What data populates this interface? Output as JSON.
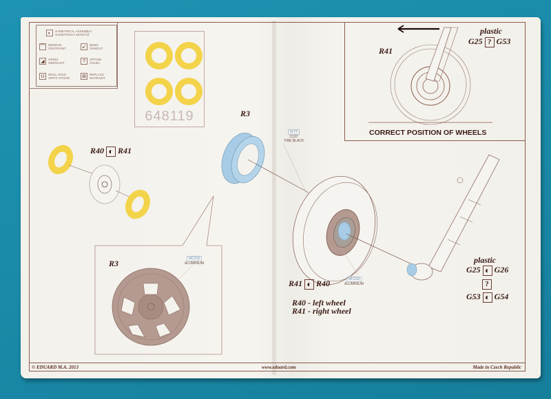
{
  "legend": {
    "items": [
      {
        "icon": "symmetrical-assembly-icon",
        "glyph": "◐",
        "label": "SYMETRICAL ASSEMBLY\nSYMETRICKÁ MONTÁŽ"
      },
      {
        "icon": "remove-icon",
        "glyph": "⌒",
        "label": "REMOVE\nODSTRANIT"
      },
      {
        "icon": "bend-icon",
        "glyph": "↙",
        "label": "BEND\nOHNOUT"
      },
      {
        "icon": "grind-icon",
        "glyph": "◢",
        "label": "GRIND\nOBROUSIT"
      },
      {
        "icon": "option-icon",
        "glyph": "?",
        "label": "OPTION\nVOLBA"
      },
      {
        "icon": "drill-hole-icon",
        "glyph": "U",
        "label": "DRILL HOLE\nVRTAT OTVOR"
      },
      {
        "icon": "replace-icon",
        "glyph": "⊞",
        "label": "REPLACE\nNAHRADIT"
      }
    ]
  },
  "mask_sheet": {
    "code": "648119",
    "ring_color": "#f3d34a"
  },
  "inset": {
    "part_label": "R41",
    "material": "plastic",
    "option_left": "G25",
    "option_symbol": "?",
    "option_right": "G53",
    "caption": "CORRECT POSITION OF WHEELS"
  },
  "step_small_wheel": {
    "left_part": "R40",
    "right_part": "R41"
  },
  "step_hub": {
    "part_label": "R3",
    "paint": {
      "code_top": "H 77",
      "code": "C137",
      "name": "TIRE BLACK"
    }
  },
  "detail_hub": {
    "part_label": "R3",
    "paint": {
      "code": "MC218",
      "name": "ALUMINIUM"
    }
  },
  "main_wheel": {
    "left_part": "R41",
    "right_part": "R40",
    "paint": {
      "code": "MC218",
      "name": "ALUMINIUM"
    },
    "notes": [
      "R40 - left wheel",
      "R41 - right wheel"
    ]
  },
  "strut": {
    "material": "plastic",
    "row1": {
      "left": "G25",
      "right": "G26"
    },
    "option_symbol": "?",
    "row2": {
      "left": "G53",
      "right": "G54"
    }
  },
  "footer": {
    "copyright": "© EDUARD  M.A. 2013",
    "website": "www.eduard.com",
    "origin": "Made in Czech Republic"
  },
  "colors": {
    "background": "#1a8aa8",
    "paper": "#f4f2ed",
    "ink": "#3a1a14",
    "blue_part": "#a8cce6",
    "yellow_mask": "#f3d34a",
    "hub_brown": "#b49a90"
  }
}
